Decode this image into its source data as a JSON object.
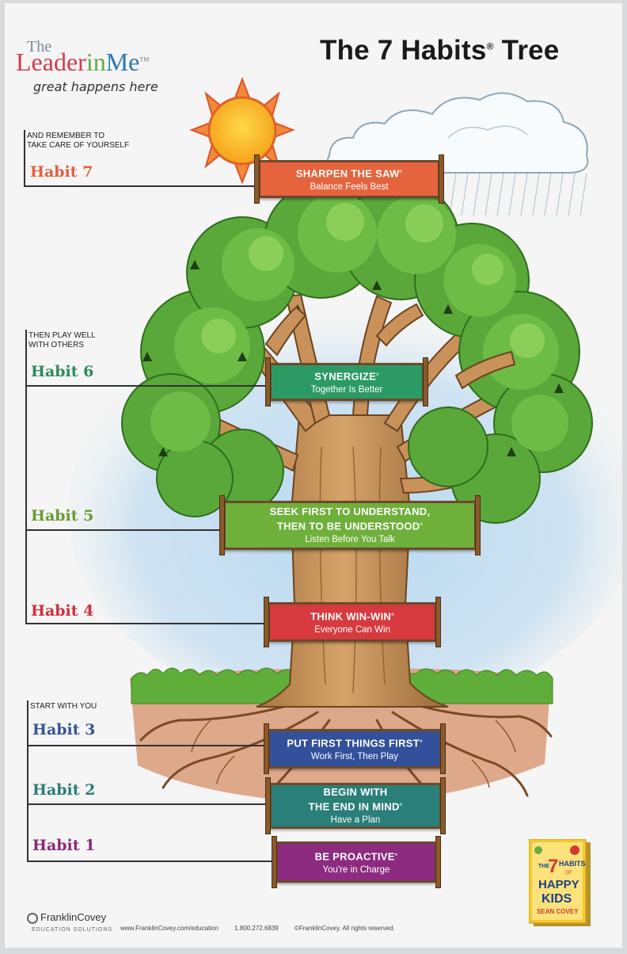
{
  "logo": {
    "the": "The",
    "word1": "Leader",
    "word2": "in",
    "word3": "Me",
    "tm": "TM",
    "tagline": "great happens here"
  },
  "title": {
    "text": "The 7 Habits",
    "reg": "®",
    "suffix": " Tree"
  },
  "notes": {
    "top": [
      "AND REMEMBER TO",
      "TAKE CARE OF YOURSELF"
    ],
    "middle": [
      "THEN PLAY WELL",
      "WITH OTHERS"
    ],
    "bottom": [
      "START WITH YOU"
    ]
  },
  "habits": [
    {
      "label": "Habit 7",
      "color": "#e2603f",
      "title": "SHARPEN THE SAW",
      "title2": "",
      "reg": "®",
      "subtitle": "Balance Feels Best",
      "sign_color": "#e5643e"
    },
    {
      "label": "Habit 6",
      "color": "#2f8a5c",
      "title": "SYNERGIZE",
      "title2": "",
      "reg": "®",
      "subtitle": "Together Is Better",
      "sign_color": "#2c9a64"
    },
    {
      "label": "Habit 5",
      "color": "#6a9c33",
      "title": "SEEK FIRST TO UNDERSTAND,",
      "title2": "THEN TO BE UNDERSTOOD",
      "reg": "®",
      "subtitle": "Listen Before You Talk",
      "sign_color": "#6fb03b"
    },
    {
      "label": "Habit 4",
      "color": "#cf2f3c",
      "title": "THINK WIN-WIN",
      "title2": "",
      "reg": "®",
      "subtitle": "Everyone Can Win",
      "sign_color": "#d63a3e"
    },
    {
      "label": "Habit 3",
      "color": "#35559a",
      "title": "PUT FIRST THINGS FIRST",
      "title2": "",
      "reg": "®",
      "subtitle": "Work First, Then Play",
      "sign_color": "#33509b"
    },
    {
      "label": "Habit 2",
      "color": "#2b7e78",
      "title": "BEGIN WITH",
      "title2": "THE END IN MIND",
      "reg": "®",
      "subtitle": "Have a Plan",
      "sign_color": "#2a7f78"
    },
    {
      "label": "Habit 1",
      "color": "#8a2a78",
      "title": "BE PROACTIVE",
      "title2": "",
      "reg": "®",
      "subtitle": "You're in Charge",
      "sign_color": "#8c2b80"
    }
  ],
  "footer": {
    "brand": "FranklinCovey",
    "division": "EDUCATION SOLUTIONS",
    "url": "www.FranklinCovey.com/education",
    "phone": "1.800.272.6839",
    "copyright": "©FranklinCovey. All rights reserved."
  },
  "book": {
    "line1": "THE",
    "line2": "7",
    "line3": "HABITS",
    "line4": "OF",
    "line5": "HAPPY",
    "line6": "KIDS",
    "author": "SEAN COVEY"
  }
}
